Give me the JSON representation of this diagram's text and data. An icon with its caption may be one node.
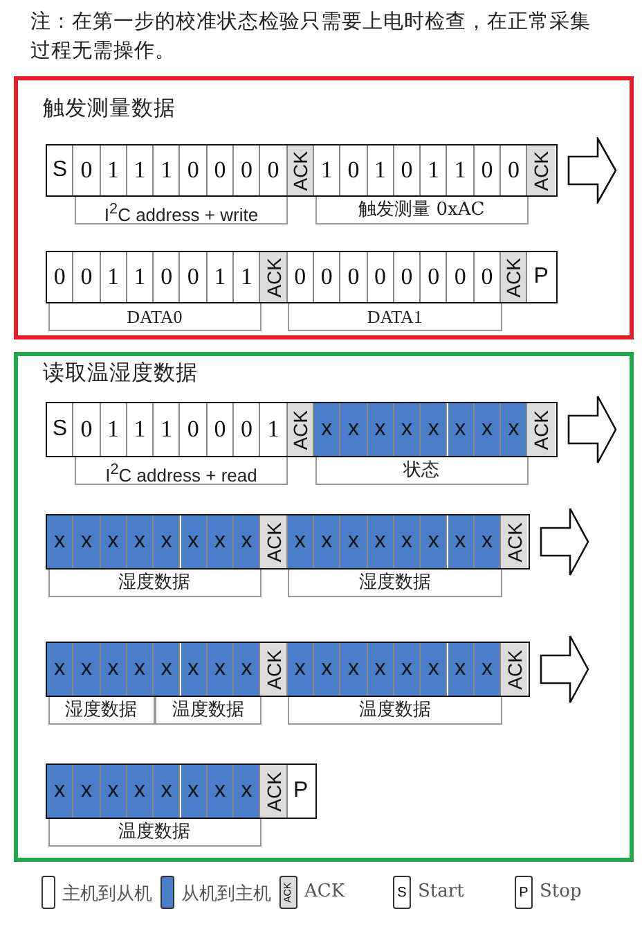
{
  "diagram": {
    "nodes": [
      {
        "text": [
          "触发测量数据"
        ]
      },
      {
        "text": [
          "S"
        ],
        "in": 0
      },
      {
        "text": [
          "0"
        ],
        "in": 0
      },
      {
        "text": [
          "1"
        ],
        "in": 0
      },
      {
        "text": [
          "1"
        ],
        "in": 0
      },
      {
        "text": [
          "1"
        ],
        "in": 0
      },
      {
        "text": [
          "0"
        ],
        "in": 0
      },
      {
        "text": [
          "0"
        ],
        "in": 0
      },
      {
        "text": [
          "0"
        ],
        "in": 0
      },
      {
        "text": [
          "0"
        ],
        "in": 0
      },
      {
        "text": [
          "ACK"
        ],
        "in": 0
      },
      {
        "text": [
          "1"
        ],
        "in": 0
      },
      {
        "text": [
          "0"
        ],
        "in": 0
      },
      {
        "text": [
          "1"
        ],
        "in": 0
      },
      {
        "text": [
          "0"
        ],
        "in": 0
      },
      {
        "text": [
          "1"
        ],
        "in": 0
      },
      {
        "text": [
          "1"
        ],
        "in": 0
      },
      {
        "text": [
          "0"
        ],
        "in": 0
      },
      {
        "text": [
          "0"
        ],
        "in": 0
      },
      {
        "text": [
          "ACK"
        ],
        "in": 0
      },
      {
        "text": [
          "0"
        ],
        "in": 0
      },
      {
        "text": [
          "0"
        ],
        "in": 0
      },
      {
        "text": [
          "1"
        ],
        "in": 0
      },
      {
        "text": [
          "1"
        ],
        "in": 0
      },
      {
        "text": [
          "0"
        ],
        "in": 0
      },
      {
        "text": [
          "0"
        ],
        "in": 0
      },
      {
        "text": [
          "1"
        ],
        "in": 0
      },
      {
        "text": [
          "1"
        ],
        "in": 0
      },
      {
        "text": [
          "ACK"
        ],
        "in": 0
      },
      {
        "text": [
          "0"
        ],
        "in": 0
      },
      {
        "text": [
          "0"
        ],
        "in": 0
      },
      {
        "text": [
          "0"
        ],
        "in": 0
      },
      {
        "text": [
          "0"
        ],
        "in": 0
      },
      {
        "text": [
          "0"
        ],
        "in": 0
      },
      {
        "text": [
          "0"
        ],
        "in": 0
      },
      {
        "text": [
          "0"
        ],
        "in": 0
      },
      {
        "text": [
          "0"
        ],
        "in": 0
      },
      {
        "text": [
          "ACK"
        ],
        "in": 0
      },
      {
        "text": [
          "P"
        ],
        "in": 0
      },
      {
        "text": [
          "读取温湿度数据"
        ]
      },
      {
        "text": [
          "S"
        ],
        "in": 39
      },
      {
        "text": [
          "0"
        ],
        "in": 39
      },
      {
        "text": [
          "1"
        ],
        "in": 39
      },
      {
        "text": [
          "1"
        ],
        "in": 39
      },
      {
        "text": [
          "1"
        ],
        "in": 39
      },
      {
        "text": [
          "0"
        ],
        "in": 39
      },
      {
        "text": [
          "0"
        ],
        "in": 39
      },
      {
        "text": [
          "0"
        ],
        "in": 39
      },
      {
        "text": [
          "1"
        ],
        "in": 39
      },
      {
        "text": [
          "ACK"
        ],
        "in": 39
      },
      {
        "text": [
          "x"
        ],
        "in": 39
      },
      {
        "text": [
          "x"
        ],
        "in": 39
      },
      {
        "text": [
          "x"
        ],
        "in": 39
      },
      {
        "text": [
          "x"
        ],
        "in": 39
      },
      {
        "text": [
          "x"
        ],
        "in": 39
      },
      {
        "text": [
          "x"
        ],
        "in": 39
      },
      {
        "text": [
          "x"
        ],
        "in": 39
      },
      {
        "text": [
          "x"
        ],
        "in": 39
      },
      {
        "text": [
          "ACK"
        ],
        "in": 39
      },
      {
        "text": [
          "x"
        ],
        "in": 39
      },
      {
        "text": [
          "x"
        ],
        "in": 39
      },
      {
        "text": [
          "x"
        ],
        "in": 39
      },
      {
        "text": [
          "x"
        ],
        "in": 39
      },
      {
        "text": [
          "x"
        ],
        "in": 39
      },
      {
        "text": [
          "x"
        ],
        "in": 39
      },
      {
        "text": [
          "x"
        ],
        "in": 39
      },
      {
        "text": [
          "x"
        ],
        "in": 39
      },
      {
        "text": [
          "ACK"
        ],
        "in": 39
      },
      {
        "text": [
          "x"
        ],
        "in": 39
      },
      {
        "text": [
          "x"
        ],
        "in": 39
      },
      {
        "text": [
          "x"
        ],
        "in": 39
      },
      {
        "text": [
          "x"
        ],
        "in": 39
      },
      {
        "text": [
          "x"
        ],
        "in": 39
      },
      {
        "text": [
          "x"
        ],
        "in": 39
      },
      {
        "text": [
          "x"
        ],
        "in": 39
      },
      {
        "text": [
          "x"
        ],
        "in": 39
      },
      {
        "text": [
          "ACK"
        ],
        "in": 39
      },
      {
        "text": [
          "x"
        ],
        "in": 39
      },
      {
        "text": [
          "x"
        ],
        "in": 39
      },
      {
        "text": [
          "x"
        ],
        "in": 39
      },
      {
        "text": [
          "x"
        ],
        "in": 39
      },
      {
        "text": [
          "x"
        ],
        "in": 39
      },
      {
        "text": [
          "x"
        ],
        "in": 39
      },
      {
        "text": [
          "x"
        ],
        "in": 39
      },
      {
        "text": [
          "x"
        ],
        "in": 39
      },
      {
        "text": [
          "ACK"
        ],
        "in": 39
      },
      {
        "text": [
          "x"
        ],
        "in": 39
      },
      {
        "text": [
          "x"
        ],
        "in": 39
      },
      {
        "text": [
          "x"
        ],
        "in": 39
      },
      {
        "text": [
          "x"
        ],
        "in": 39
      },
      {
        "text": [
          "x"
        ],
        "in": 39
      },
      {
        "text": [
          "x"
        ],
        "in": 39
      },
      {
        "text": [
          "x"
        ],
        "in": 39
      },
      {
        "text": [
          "x"
        ],
        "in": 39
      },
      {
        "text": [
          "ACK"
        ],
        "in": 39
      },
      {
        "text": [
          "x"
        ],
        "in": 39
      },
      {
        "text": [
          "x"
        ],
        "in": 39
      },
      {
        "text": [
          "x"
        ],
        "in": 39
      },
      {
        "text": [
          "x"
        ],
        "in": 39
      },
      {
        "text": [
          "x"
        ],
        "in": 39
      },
      {
        "text": [
          "x"
        ],
        "in": 39
      },
      {
        "text": [
          "x"
        ],
        "in": 39
      },
      {
        "text": [
          "x"
        ],
        "in": 39
      },
      {
        "text": [
          "ACK"
        ],
        "in": 39
      },
      {
        "text": [
          "P"
        ],
        "in": 39
      }
    ],
    "labels": [
      "注：在第一步的校准状态检验只需要上电时检查，在正常采集过程无需操作。",
      "I$^{2}$C address + write",
      "触发测量 0xAC",
      "DATA0",
      "DATA1",
      "I$^{2}$C address + read",
      "状态",
      "湿度数据",
      "湿度数据",
      "湿度数据",
      "温度数据",
      "温度数据",
      "温度数据",
      "ACK",
      "S",
      "P"
    ],
    "legend": [
      {
        "text": "主机到从机",
        "color": "#ffffff"
      },
      {
        "text": "从机到主机",
        "color": "#4a7ec8"
      },
      {
        "text": "ACK"
      },
      {
        "text": "Start"
      },
      {
        "text": "Stop"
      }
    ]
  }
}
